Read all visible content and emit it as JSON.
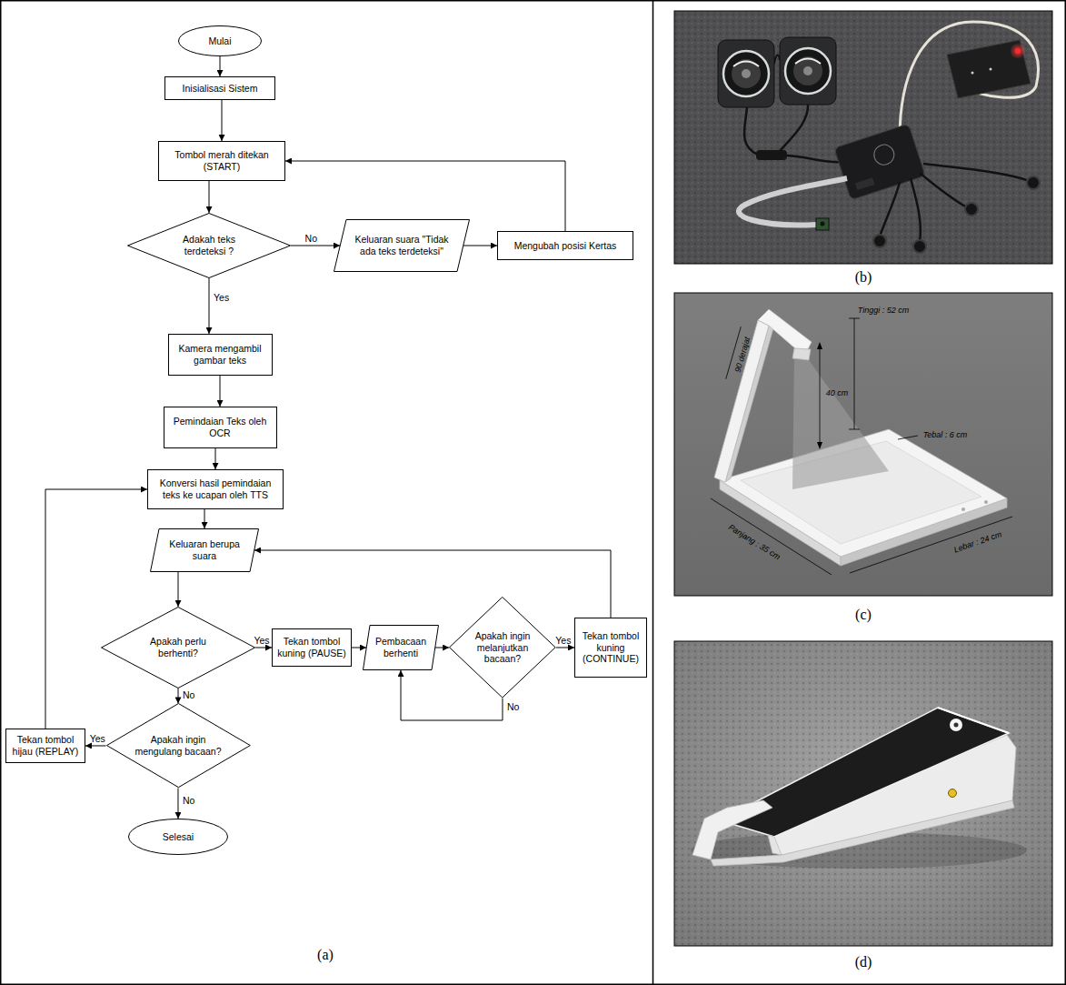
{
  "diagram": {
    "nodes": [
      {
        "text": [
          "Mulai"
        ]
      },
      {
        "text": [
          "Inisialisasi Sistem"
        ]
      },
      {
        "text": [
          "Tombol merah ditekan (START)"
        ]
      },
      {
        "text": [
          "Adakah teks terdeteksi ?"
        ]
      },
      {
        "text": [
          "Keluaran suara \"Tidak ada teks terdeteksi\""
        ]
      },
      {
        "text": [
          "Mengubah posisi Kertas"
        ]
      },
      {
        "text": [
          "Kamera mengambil gambar teks"
        ]
      },
      {
        "text": [
          "Pemindaian Teks oleh OCR"
        ]
      },
      {
        "text": [
          "Konversi hasil pemindaian teks ke ucapan oleh TTS"
        ]
      },
      {
        "text": [
          "Keluaran berupa suara"
        ]
      },
      {
        "text": [
          "Apakah perlu berhenti?"
        ]
      },
      {
        "text": [
          "Tekan tombol kuning (PAUSE)"
        ]
      },
      {
        "text": [
          "Pembacaan berhenti"
        ]
      },
      {
        "text": [
          "Apakah ingin melanjutkan bacaan?"
        ]
      },
      {
        "text": [
          "Tekan tombol kuning (CONTINUE)"
        ]
      },
      {
        "text": [
          "Apakah ingin mengulang bacaan?"
        ]
      },
      {
        "text": [
          "Tekan tombol hijau (REPLAY)"
        ]
      },
      {
        "text": [
          "Selesai"
        ]
      }
    ],
    "edges": [
      {
        "from": 0,
        "to": 1,
        "arrow": "to"
      },
      {
        "from": 1,
        "to": 2,
        "arrow": "to"
      },
      {
        "from": 2,
        "to": 3,
        "arrow": "to"
      },
      {
        "from": 3,
        "to": 4,
        "label": "No",
        "arrow": "to"
      },
      {
        "from": 4,
        "to": 5,
        "arrow": "to"
      },
      {
        "from": 5,
        "to": 2,
        "arrow": "to"
      },
      {
        "from": 3,
        "to": 6,
        "label": "Yes",
        "arrow": "to"
      },
      {
        "from": 6,
        "to": 7,
        "arrow": "to"
      },
      {
        "from": 7,
        "to": 8,
        "arrow": "to"
      },
      {
        "from": 8,
        "to": 9,
        "arrow": "to"
      },
      {
        "from": 9,
        "to": 10,
        "arrow": "to"
      },
      {
        "from": 10,
        "to": 11,
        "label": "Yes",
        "arrow": "to"
      },
      {
        "from": 11,
        "to": 12,
        "arrow": "to"
      },
      {
        "from": 12,
        "to": 13,
        "arrow": "to"
      },
      {
        "from": 13,
        "to": 14,
        "label": "Yes",
        "arrow": "to"
      },
      {
        "from": 13,
        "to": 12,
        "label": "No",
        "arrow": "to"
      },
      {
        "from": 14,
        "to": 9,
        "arrow": "to"
      },
      {
        "from": 10,
        "to": 15,
        "label": "No",
        "arrow": "to"
      },
      {
        "from": 15,
        "to": 16,
        "label": "Yes",
        "arrow": "to"
      },
      {
        "from": 16,
        "to": 8,
        "arrow": "to"
      },
      {
        "from": 15,
        "to": 17,
        "label": "No",
        "arrow": "to"
      }
    ],
    "labels": [
      "Tinggi : 52 cm",
      "90 derajat",
      "40 cm",
      "Tebal : 6 cm",
      "Panjang : 35 cm",
      "Lebar : 24 cm",
      "(a)",
      "(b)",
      "(c)",
      "(d)"
    ]
  }
}
